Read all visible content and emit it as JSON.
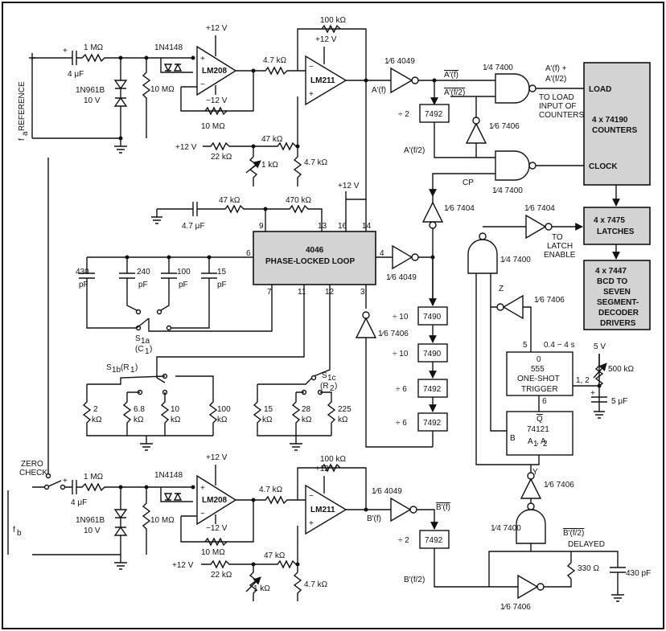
{
  "ref": {
    "label": "f",
    "sub": "a",
    "rest": " REFERENCE"
  },
  "fb": {
    "label": "f",
    "sub": "b"
  },
  "zero_check": [
    "ZERO",
    "CHECK"
  ],
  "top": {
    "c_in": "4 μF",
    "r_in": "1 MΩ",
    "diode": "1N4148",
    "zener": "1N961B",
    "zener_v": "10 V",
    "r_10m": "10 MΩ",
    "r_fb10m": "10 MΩ",
    "opamp1": "LM208",
    "v_pos": "+12 V",
    "v_neg": "−12 V",
    "r_47k_series": "4.7 kΩ",
    "r_100k": "100 kΩ",
    "opamp2": "LM211",
    "v_pos2": "+12 V",
    "v_12": "+12 V",
    "r_22k": "22 kΩ",
    "r_1k": "1 kΩ",
    "r_47k": "47 kΩ",
    "r_4k7": "4.7 kΩ",
    "sig": "A′(f)",
    "inv": "1⁄6 4049",
    "inv_out": "A′(f)",
    "div2": "÷ 2",
    "div2_ic": "7492",
    "sig_half": "A′(f/2)",
    "sig_half_bar": "A′(f/2)",
    "nand1": "1⁄4 7400",
    "sum1": "A′(f) +",
    "sum2": "A′(f/2)",
    "inv7406": "1⁄6 7406",
    "nand2": "1⁄4 7400",
    "cp": "CP",
    "to_load": [
      "TO LOAD",
      "INPUT OF",
      "COUNTERS"
    ]
  },
  "counters": {
    "load": "LOAD",
    "title": "4 x 74190",
    "sub": "COUNTERS",
    "clock": "CLOCK"
  },
  "latches": {
    "title": "4 x 7475",
    "sub": "LATCHES"
  },
  "decoders": {
    "lines": [
      "4 x 7447",
      "BCD TO",
      "SEVEN",
      "SEGMENT-",
      "DECODER",
      "DRIVERS"
    ]
  },
  "pll": {
    "title": "4046",
    "sub": "PHASE-LOCKED LOOP",
    "c1": "4.7 μF",
    "r1": "47 kΩ",
    "r2": "470 kΩ",
    "vcc": "+12 V",
    "pins": {
      "p9": "9",
      "p13": "13",
      "p16": "16",
      "p14": "14",
      "p6": "6",
      "p4": "4",
      "p7": "7",
      "p11": "11",
      "p12": "12",
      "p3": "3"
    },
    "inv_out": "1⁄6 4049",
    "inv_vco": "1⁄6 7404",
    "inv_fb": "1⁄6 7406"
  },
  "caps": [
    {
      "v": "430",
      "u": "pF"
    },
    {
      "v": "240",
      "u": "pF"
    },
    {
      "v": "100",
      "u": "pF"
    },
    {
      "v": "15",
      "u": "pF"
    }
  ],
  "s1a": {
    "name": "S",
    "sub": "1a",
    "val": "(C",
    "vsub": "1",
    "end": ")"
  },
  "s1b": {
    "name": "S",
    "sub": "1b",
    "val": "(R",
    "vsub": "1",
    "end": ")"
  },
  "s1c": {
    "name": "S",
    "sub": "1c",
    "val": "(R",
    "vsub": "2",
    "end": ")"
  },
  "r1set": [
    {
      "v": "2",
      "u": "kΩ"
    },
    {
      "v": "6.8",
      "u": "kΩ"
    },
    {
      "v": "10",
      "u": "kΩ"
    },
    {
      "v": "100",
      "u": "kΩ"
    }
  ],
  "r2set": [
    {
      "v": "15",
      "u": "kΩ"
    },
    {
      "v": "28",
      "u": "kΩ"
    },
    {
      "v": "225",
      "u": "kΩ"
    }
  ],
  "dividers": [
    {
      "lbl": "÷ 10",
      "ic": "7490"
    },
    {
      "lbl": "÷ 10",
      "ic": "7490"
    },
    {
      "lbl": "÷ 6",
      "ic": "7492"
    },
    {
      "lbl": "÷ 6",
      "ic": "7492"
    }
  ],
  "latch_inv": {
    "name": "1⁄6 7404",
    "to": [
      "TO",
      "LATCH",
      "ENABLE"
    ]
  },
  "nand_latch": "1⁄4 7400",
  "z": "Z",
  "inv_z": "1⁄6 7406",
  "oneshot": {
    "top": "0",
    "t1": "555",
    "t2": "ONE-SHOT",
    "t3": "TRIGGER",
    "p5": "5",
    "p6": "6",
    "p12": "1, 2",
    "time": "0.4 − 4 s"
  },
  "timing": {
    "v": "5 V",
    "r": "500 kΩ",
    "c": "5 μF"
  },
  "mono": {
    "top": "Q",
    "ic": "74121",
    "b": "B",
    "a": "A",
    "a1": "1",
    "a2": "2"
  },
  "y": "Y",
  "inv_y": "1⁄6 7406",
  "bottom": {
    "c_in": "4 μF",
    "r_in": "1 MΩ",
    "diode": "1N4148",
    "zener": "1N961B",
    "zener_v": "10 V",
    "r_10m": "10 MΩ",
    "r_fb10m": "10 MΩ",
    "opamp1": "LM208",
    "v_pos": "+12 V",
    "v_neg": "−12 V",
    "r_47k_series": "4.7 kΩ",
    "r_100k": "100 kΩ",
    "opamp2": "LM211",
    "v_pos2": "+12 V",
    "v_12": "+12 V",
    "r_22k": "22 kΩ",
    "r_1k": "1 kΩ",
    "r_47k": "47 kΩ",
    "r_4k7": "4.7 kΩ",
    "sig": "B′(f)",
    "inv": "1⁄6 4049",
    "inv_out": "B′(f)",
    "div2": "÷ 2",
    "div2_ic": "7492",
    "sig_half": "B′(f/2)",
    "nand": "1⁄4 7400",
    "delayed_top": "B′(f/2)",
    "delayed": "DELAYED",
    "r_330": "330 Ω",
    "c_430": "430 pF",
    "inv7406": "1⁄6 7406"
  }
}
